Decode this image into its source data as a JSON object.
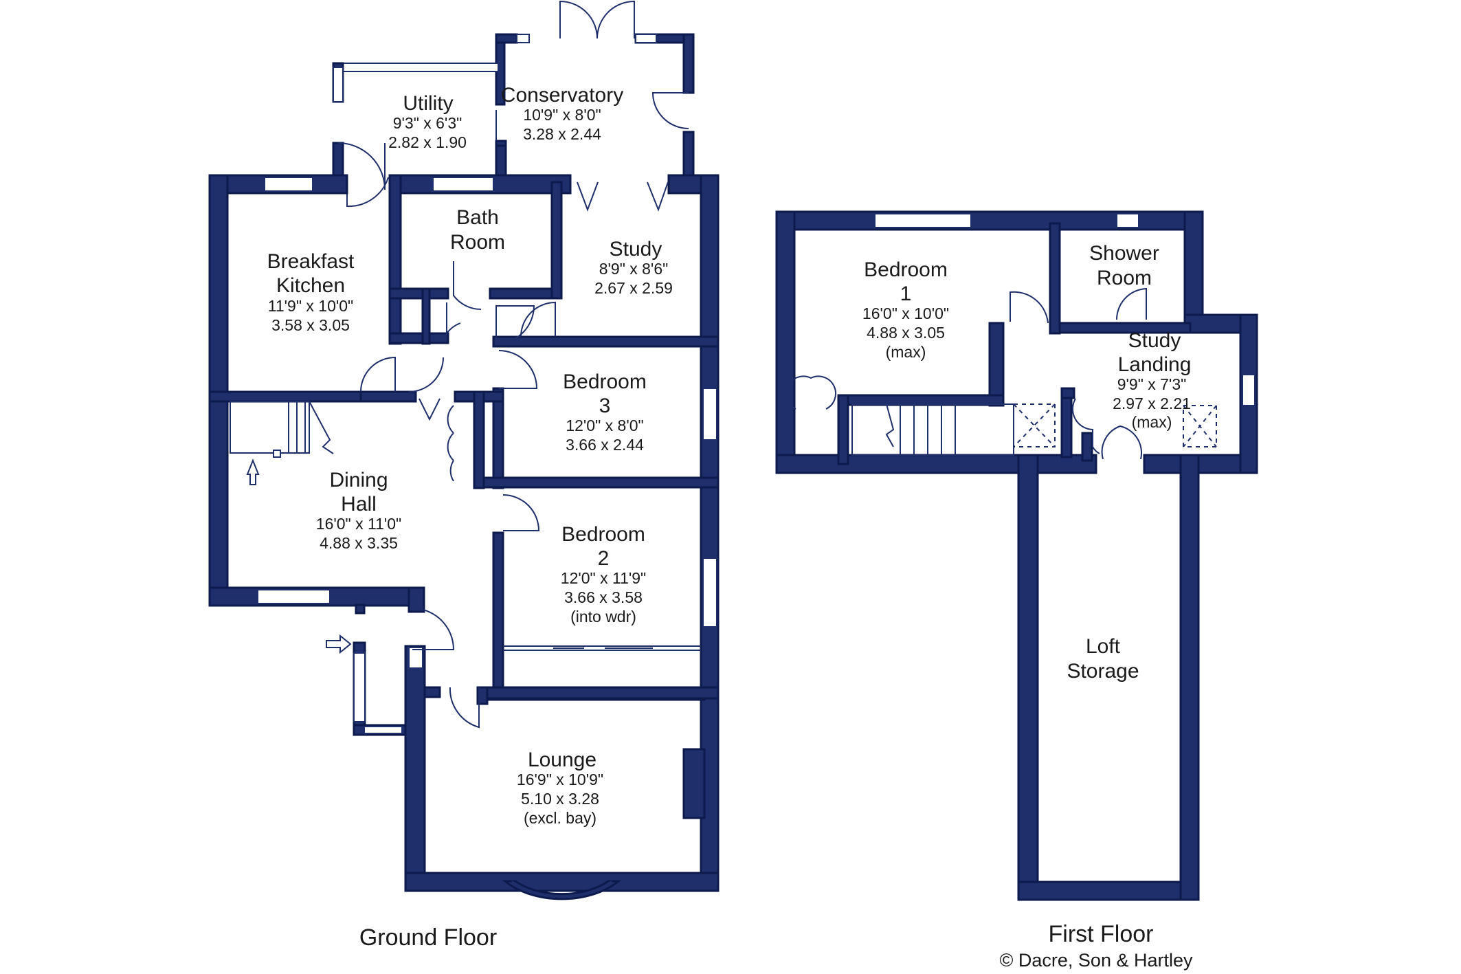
{
  "floors": {
    "ground": {
      "title": "Ground Floor"
    },
    "first": {
      "title": "First Floor"
    }
  },
  "copyright": "© Dacre, Son & Hartley",
  "rooms": {
    "utility": {
      "name": "Utility",
      "imperial": "9'3\"  x  6'3\"",
      "metric": "2.82  x  1.90"
    },
    "conservatory": {
      "name": "Conservatory",
      "imperial": "10'9\"  x  8'0\"",
      "metric": "3.28  x  2.44"
    },
    "bathroom": {
      "name1": "Bath",
      "name2": "Room"
    },
    "study": {
      "name": "Study",
      "imperial": "8'9\"  x  8'6\"",
      "metric": "2.67  x  2.59"
    },
    "breakfast_kitchen": {
      "name1": "Breakfast",
      "name2": "Kitchen",
      "imperial": "11'9\"  x  10'0\"",
      "metric": "3.58  x  3.05"
    },
    "bedroom3": {
      "name1": "Bedroom",
      "name2": "3",
      "imperial": "12'0\"  x  8'0\"",
      "metric": "3.66  x  2.44"
    },
    "dining_hall": {
      "name1": "Dining",
      "name2": "Hall",
      "imperial": "16'0\"  x  11'0\"",
      "metric": "4.88  x  3.35"
    },
    "bedroom2": {
      "name1": "Bedroom",
      "name2": "2",
      "imperial": "12'0\"  x  11'9\"",
      "metric": "3.66  x  3.58",
      "note": "(into wdr)"
    },
    "lounge": {
      "name": "Lounge",
      "imperial": "16'9\"  x  10'9\"",
      "metric": "5.10  x  3.28",
      "note": "(excl. bay)"
    },
    "bedroom1": {
      "name1": "Bedroom",
      "name2": "1",
      "imperial": "16'0\"  x  10'0\"",
      "metric": "4.88  x  3.05",
      "note": "(max)"
    },
    "shower_room": {
      "name1": "Shower",
      "name2": "Room"
    },
    "study_landing": {
      "name1": "Study",
      "name2": "Landing",
      "imperial": "9'9\"  x  7'3\"",
      "metric": "2.97  x  2.21",
      "note": "(max)"
    },
    "loft_storage": {
      "name1": "Loft",
      "name2": "Storage"
    }
  },
  "colors": {
    "wall": "#1f2f6b",
    "background": "#ffffff"
  }
}
